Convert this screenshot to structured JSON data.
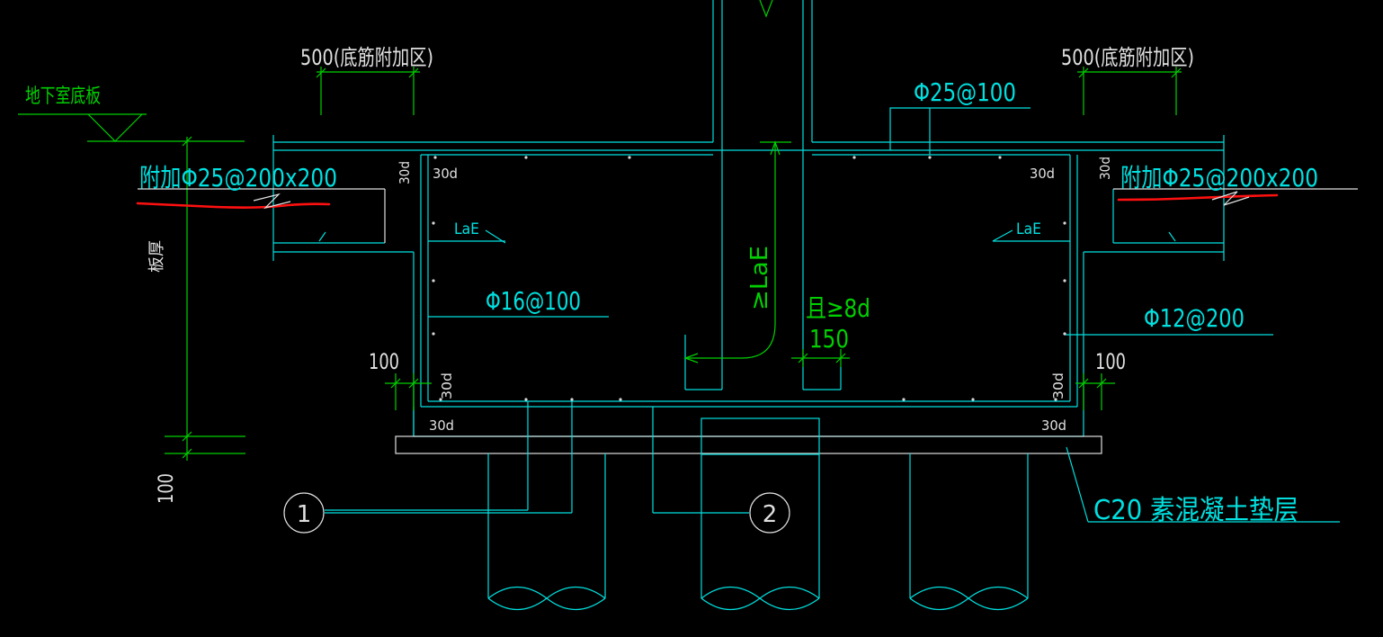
{
  "colors": {
    "background": "#000000",
    "structure": "#00e0e0",
    "dimension": "#00d000",
    "text_white": "#e0e0e0",
    "markup_red": "#ff1010"
  },
  "labels": {
    "zone_left": "500(底筋附加区)",
    "zone_right": "500(底筋附加区)",
    "basement_slab": "地下室底板",
    "top_rebar": "Φ25@100",
    "extra_rebar_left": "附加Φ25@200x200",
    "extra_rebar_right": "附加Φ25@200x200",
    "anchor_30d_1": "30d",
    "anchor_30d_2": "30d",
    "anchor_30d_3": "30d",
    "anchor_30d_4": "30d",
    "anchor_30d_5": "30d",
    "anchor_30d_6": "30d",
    "anchor_30d_7": "30d",
    "anchor_30d_8": "30d",
    "lae_left": "LaE",
    "lae_right": "LaE",
    "lae_vertical": "≥LaE",
    "and_8d": "且≥8d",
    "dim_150": "150",
    "side_rebar_left": "Φ16@100",
    "side_rebar_right": "Φ12@200",
    "dim_100_left": "100",
    "dim_100_right": "100",
    "dim_100_bottom": "100",
    "vertical_label": "板厚",
    "callout_1": "1",
    "callout_2": "2",
    "cushion": "C20 素混凝土垫层"
  }
}
